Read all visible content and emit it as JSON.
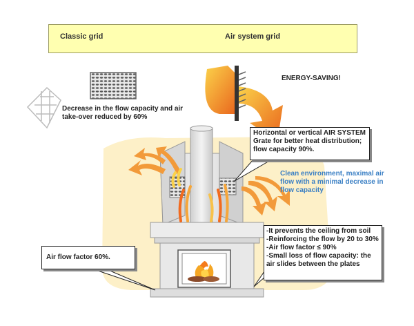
{
  "header": {
    "classic_label": "Classic grid",
    "air_system_label": "Air system grid",
    "background_color": "#ffffb0"
  },
  "notes": {
    "energy_saving": "ENERGY-SAVING!",
    "decrease_flow": "Decrease in the flow capacity and air take-over reduced by 60%",
    "clean_env": "Clean environment, maximal air flow with a minimal decrease in flow capacity"
  },
  "callouts": {
    "air_system_grate": "Horizontal or vertical AIR SYSTEM Grate for better heat distribution; flow capacity 90%.",
    "air_flow_factor": "Air flow factor 60%.",
    "benefits": [
      "-It prevents the ceiling from soil",
      "-Reinforcing the flow by 20 to 30%",
      "-Air flow factor ≤ 90%",
      "-Small loss of flow capacity: the air slides between the plates"
    ]
  },
  "icons": [
    "classic-grid-icon",
    "grid-outline-icon",
    "air-system-grid-icon",
    "fireplace-illustration",
    "flame-icon",
    "heat-arrow-icon"
  ],
  "colors": {
    "wall": "#fdf0c8",
    "fireplace": "#e6e6e6",
    "arrow_orange": "#f29a3a",
    "blue_text": "#3a7fc4"
  }
}
